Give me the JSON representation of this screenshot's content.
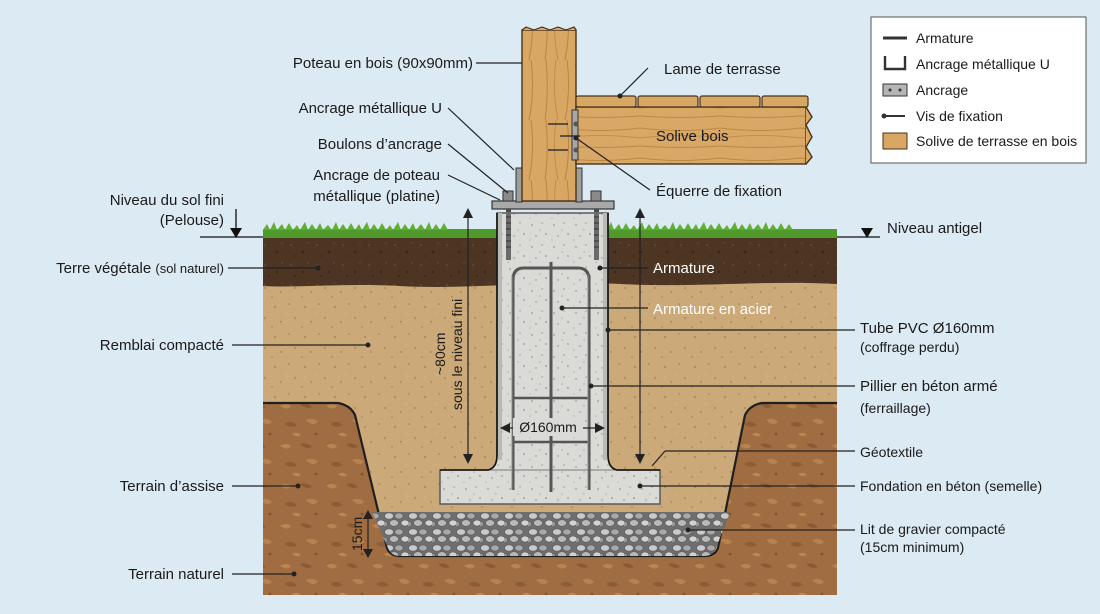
{
  "legend": {
    "items": [
      {
        "label": "Armature",
        "icon": "rebar-line-icon"
      },
      {
        "label": "Ancrage métallique U",
        "icon": "u-bracket-icon"
      },
      {
        "label": "Ancrage",
        "icon": "anchor-plate-icon"
      },
      {
        "label": "Vis de fixation",
        "icon": "screw-icon"
      },
      {
        "label": "Solive de terrasse en bois",
        "icon": "wood-joist-swatch-icon"
      }
    ]
  },
  "labels": {
    "poteau": "Poteau en bois (90x90mm)",
    "lame": "Lame de terrasse",
    "ancrage_u": "Ancrage métallique U",
    "boulons": "Boulons d’ancrage",
    "platine_1": "Ancrage de poteau",
    "platine_2": "métallique (platine)",
    "solive": "Solive bois",
    "equerre": "Équerre de fixation",
    "sol_fini_1": "Niveau du sol fini",
    "sol_fini_2": "(Pelouse)",
    "antigel": "Niveau antigel",
    "terre_vegetale_main": "Terre végétale",
    "terre_vegetale_note": "(sol naturel)",
    "armature": "Armature",
    "armature_acier": "Armature en acier",
    "remblai": "Remblai compacté",
    "tube_1": "Tube PVC Ø160mm",
    "tube_2": "(coffrage perdu)",
    "pillier_1": "Pillier en béton armé",
    "pillier_2": "(ferraillage)",
    "depth_1": "~80cm",
    "depth_2": "sous le niveau fini",
    "diametre": "Ø160mm",
    "geotextile": "Géotextile",
    "terrain_assise": "Terrain d’assise",
    "fondation": "Fondation en béton (semelle)",
    "gravier_1": "Lit de gravier compacté",
    "gravier_2": "(15cm minimum)",
    "gravier_depth": "15cm",
    "terrain_naturel": "Terrain naturel"
  },
  "colors": {
    "sky": "#dbeaf3",
    "topsoil": "#4a3222",
    "backfill": "#c9a877",
    "subsoil": "#9c6a40",
    "concrete": "#d9d9d6",
    "wood": "#d9a868",
    "grass": "#4f9a2a",
    "gravel": "#8f8f8f"
  }
}
